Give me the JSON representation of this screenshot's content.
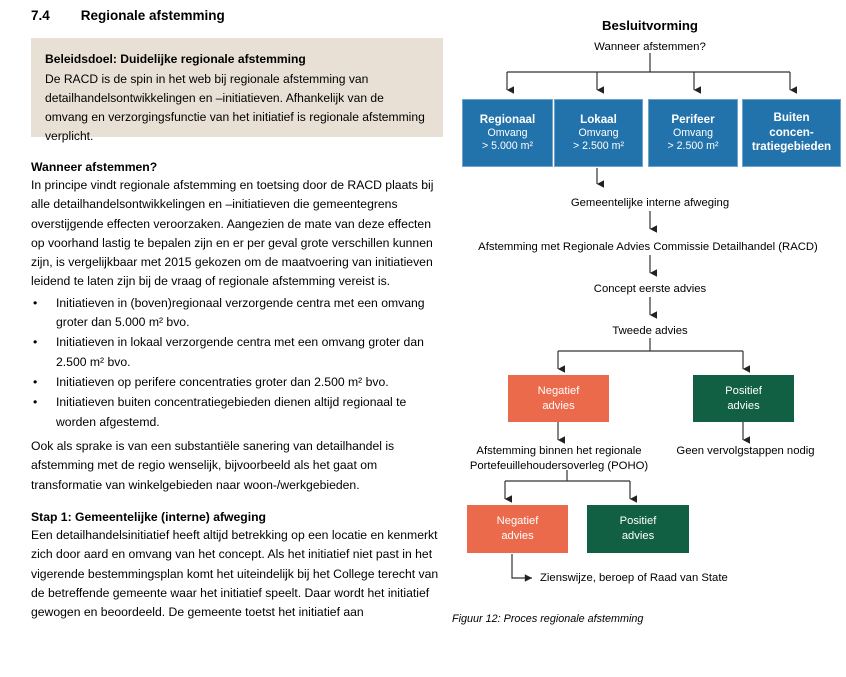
{
  "section": {
    "number": "7.4",
    "title": "Regionale afstemming"
  },
  "callout": {
    "title": "Beleidsdoel: Duidelijke regionale afstemming",
    "body": "De RACD is de spin in het web bij regionale afstemming van detailhandelsontwikkelingen en –initiatieven. Afhankelijk van de omvang en verzorgingsfunctie van het initiatief is regionale afstemming verplicht.",
    "bg": "#e8e0d5"
  },
  "blocks": {
    "when": {
      "heading": "Wanneer afstemmen?",
      "paragraph": "In principe vindt regionale afstemming en toetsing door de RACD plaats bij alle detailhandelsontwikkelingen en –initiatieven die gemeentegrens overstijgende effecten veroorzaken. Aangezien de mate van deze effecten op voorhand lastig te bepalen zijn en er per geval grote verschillen kunnen zijn, is vergelijkbaar met 2015 gekozen om de maatvoering van initiatieven leidend te laten zijn bij de vraag of regionale afstemming vereist is.",
      "bullet_marker": "•",
      "bullets": [
        "Initiatieven in (boven)regionaal verzorgende centra met een omvang groter dan 5.000 m² bvo.",
        "Initiatieven in lokaal verzorgende centra met een omvang groter dan 2.500 m² bvo.",
        "Initiatieven op perifere concentraties groter dan 2.500 m² bvo.",
        "Initiatieven buiten concentratiegebieden dienen altijd regionaal te worden afgestemd."
      ]
    },
    "ook": {
      "paragraph": "Ook als sprake is van een substantiële sanering van detailhandel is afstemming met de regio wenselijk, bijvoorbeeld als het gaat om transformatie van winkelgebieden naar woon-/werkgebieden."
    },
    "stap1": {
      "heading": "Stap 1: Gemeentelijke (interne) afweging",
      "paragraph": "Een detailhandelsinitiatief heeft altijd betrekking op een locatie en kenmerkt zich door aard en omvang van het concept. Als het initiatief niet past in het vigerende bestemmingsplan komt het uiteindelijk bij het College terecht van de betreffende gemeente waar het initiatief speelt. Daar wordt het initiatief gewogen en beoordeeld. De gemeente toetst het initiatief aan"
    }
  },
  "flowchart": {
    "title": "Besluitvorming",
    "subtitle": "Wanneer afstemmen?",
    "colors": {
      "blue": "#2272ac",
      "blue_border": "#6fa5cc",
      "orange": "#ec6a4c",
      "green": "#116043",
      "line": "#333333"
    },
    "criteria_boxes": [
      {
        "title": "Regionaal",
        "sub1": "Omvang",
        "sub2": "> 5.000 m²"
      },
      {
        "title": "Lokaal",
        "sub1": "Omvang",
        "sub2": "> 2.500 m²"
      },
      {
        "title": "Perifeer",
        "sub1": "Omvang",
        "sub2": "> 2.500 m²"
      },
      {
        "title": "Buiten concen-tratiegebieden",
        "title_l1": "Buiten",
        "title_l2": "concen-",
        "title_l3": "tratiegebieden"
      }
    ],
    "steps": [
      "Gemeentelijke interne afweging",
      "Afstemming met Regionale Advies Commissie Detailhandel (RACD)",
      "Concept eerste advies",
      "Tweede advies"
    ],
    "advice_level1": {
      "negative": {
        "line1": "Negatief",
        "line2": "advies"
      },
      "positive": {
        "line1": "Positief",
        "line2": "advies"
      }
    },
    "after_level1": {
      "negative_l1": "Afstemming binnen het regionale",
      "negative_l2": "Portefeuillehoudersoverleg (POHO)",
      "positive": "Geen vervolgstappen nodig"
    },
    "advice_level2": {
      "negative": {
        "line1": "Negatief",
        "line2": "advies"
      },
      "positive": {
        "line1": "Positief",
        "line2": "advies"
      }
    },
    "final_step": "Zienswijze, beroep of Raad van State",
    "caption": "Figuur 12: Proces regionale afstemming"
  }
}
